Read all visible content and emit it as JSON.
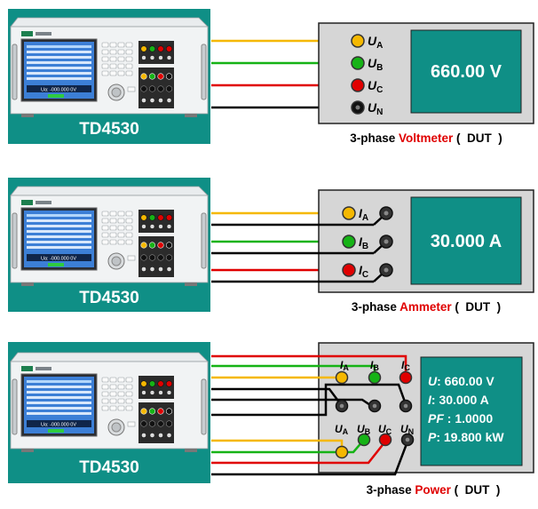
{
  "colors": {
    "teal_panel": "#0f8f86",
    "phase_a": "#f5b800",
    "phase_b": "#16b316",
    "phase_c": "#e00000",
    "neutral": "#000000",
    "accent_text": "#e00000",
    "dut_panel": "#d6d6d6"
  },
  "panels": [
    {
      "device_name": "TD4530",
      "dut": {
        "display_text": "660.00 V",
        "caption_prefix": "3-phase ",
        "caption_highlight": "Voltmeter",
        "caption_suffix": " (  DUT  )",
        "terminals": [
          {
            "letter": "U",
            "sub": "A",
            "color": "#f5b800"
          },
          {
            "letter": "U",
            "sub": "B",
            "color": "#16b316"
          },
          {
            "letter": "U",
            "sub": "C",
            "color": "#e00000"
          },
          {
            "letter": "U",
            "sub": "N",
            "color": "#111111"
          }
        ]
      }
    },
    {
      "device_name": "TD4530",
      "dut": {
        "display_text": "30.000 A",
        "caption_prefix": "3-phase ",
        "caption_highlight": "Ammeter",
        "caption_suffix": " (  DUT  )",
        "terminals": [
          {
            "letter": "I",
            "sub": "A",
            "color": "#f5b800"
          },
          {
            "letter": "I",
            "sub": "B",
            "color": "#16b316"
          },
          {
            "letter": "I",
            "sub": "C",
            "color": "#e00000"
          }
        ]
      }
    },
    {
      "device_name": "TD4530",
      "dut": {
        "display_lines": [
          {
            "label": "U",
            "text": ": 660.00 V"
          },
          {
            "label": "I",
            "text": ": 30.000 A"
          },
          {
            "label": "PF",
            "text": " : 1.0000"
          },
          {
            "label": "P",
            "text": ": 19.800 kW"
          }
        ],
        "caption_prefix": "3-phase ",
        "caption_highlight": "Power",
        "caption_suffix": " (  DUT  )",
        "current_terminals": [
          {
            "letter": "I",
            "sub": "A",
            "color": "#f5b800"
          },
          {
            "letter": "I",
            "sub": "B",
            "color": "#16b316"
          },
          {
            "letter": "I",
            "sub": "C",
            "color": "#e00000"
          }
        ],
        "voltage_terminals": [
          {
            "letter": "U",
            "sub": "A",
            "color": "#f5b800"
          },
          {
            "letter": "U",
            "sub": "B",
            "color": "#16b316"
          },
          {
            "letter": "U",
            "sub": "C",
            "color": "#e00000"
          },
          {
            "letter": "U",
            "sub": "N",
            "color": "#111111"
          }
        ]
      }
    }
  ],
  "instrument_screen": {
    "readout": "Ua: -000.000 0V"
  }
}
